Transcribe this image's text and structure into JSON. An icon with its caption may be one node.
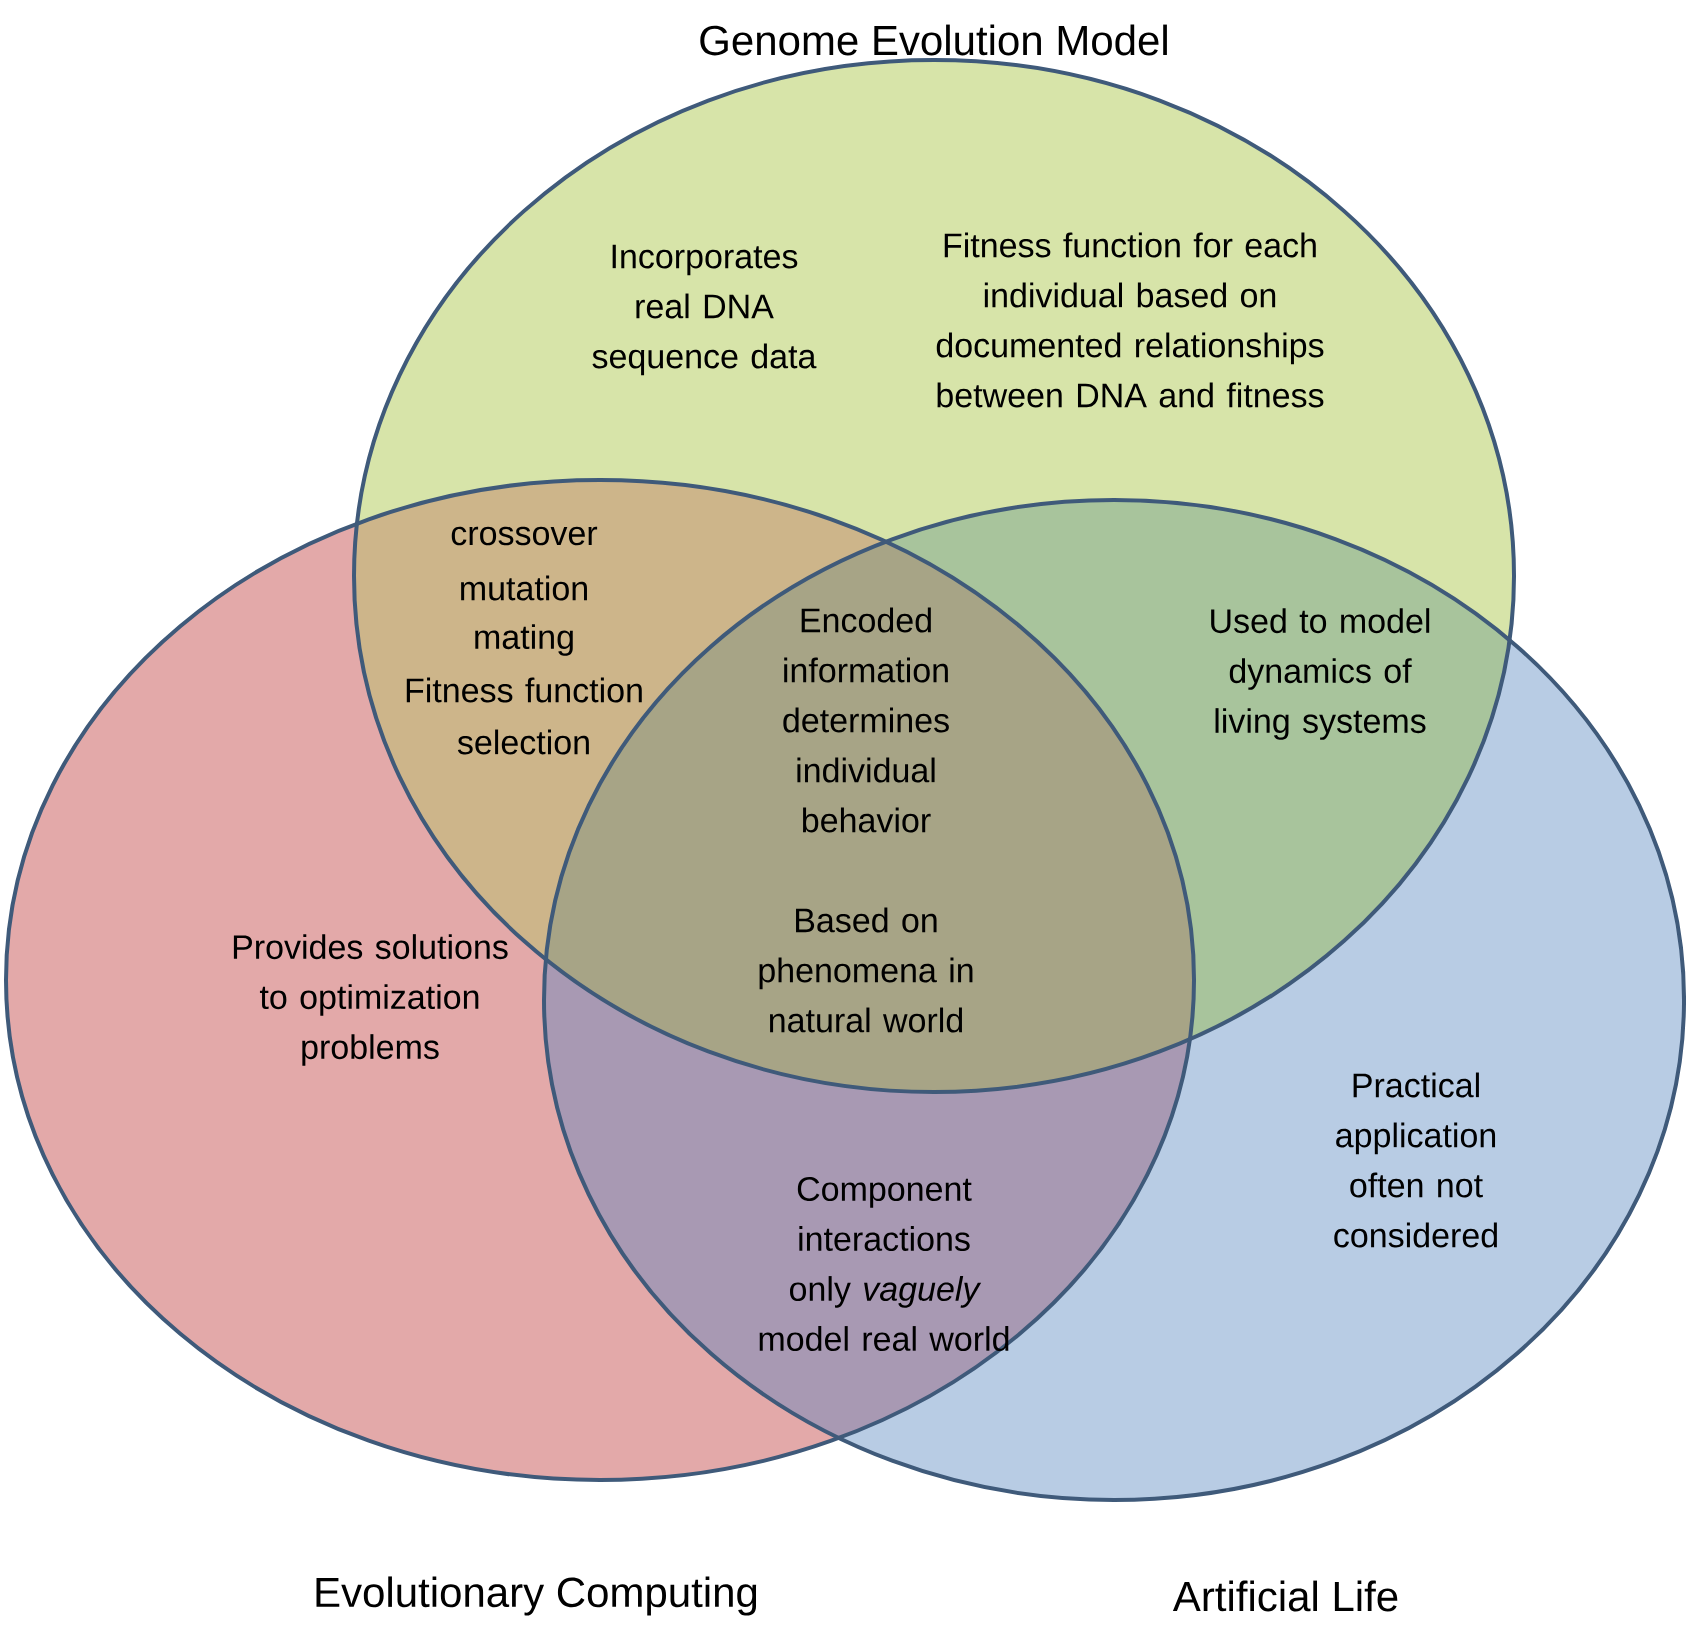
{
  "diagram": {
    "nodes": [
      {
        "text": [
          "Genome Evolution Model"
        ]
      },
      {
        "text": [
          "Evolutionary Computing"
        ]
      },
      {
        "text": [
          "Artificial Life"
        ]
      }
    ],
    "labels": [
      "Incorporates real DNA sequence data",
      "Fitness function for each individual based on documented relationships between DNA and fitness",
      "crossover",
      "mutation",
      "mating",
      "Fitness function",
      "selection",
      "Encoded information determines individual behavior",
      "Used to model dynamics of living systems",
      "Provides solutions to optimization problems",
      "Based on phenomena in natural world",
      "Practical application often not considered",
      "Component interactions only *vaguely* model real world"
    ]
  }
}
